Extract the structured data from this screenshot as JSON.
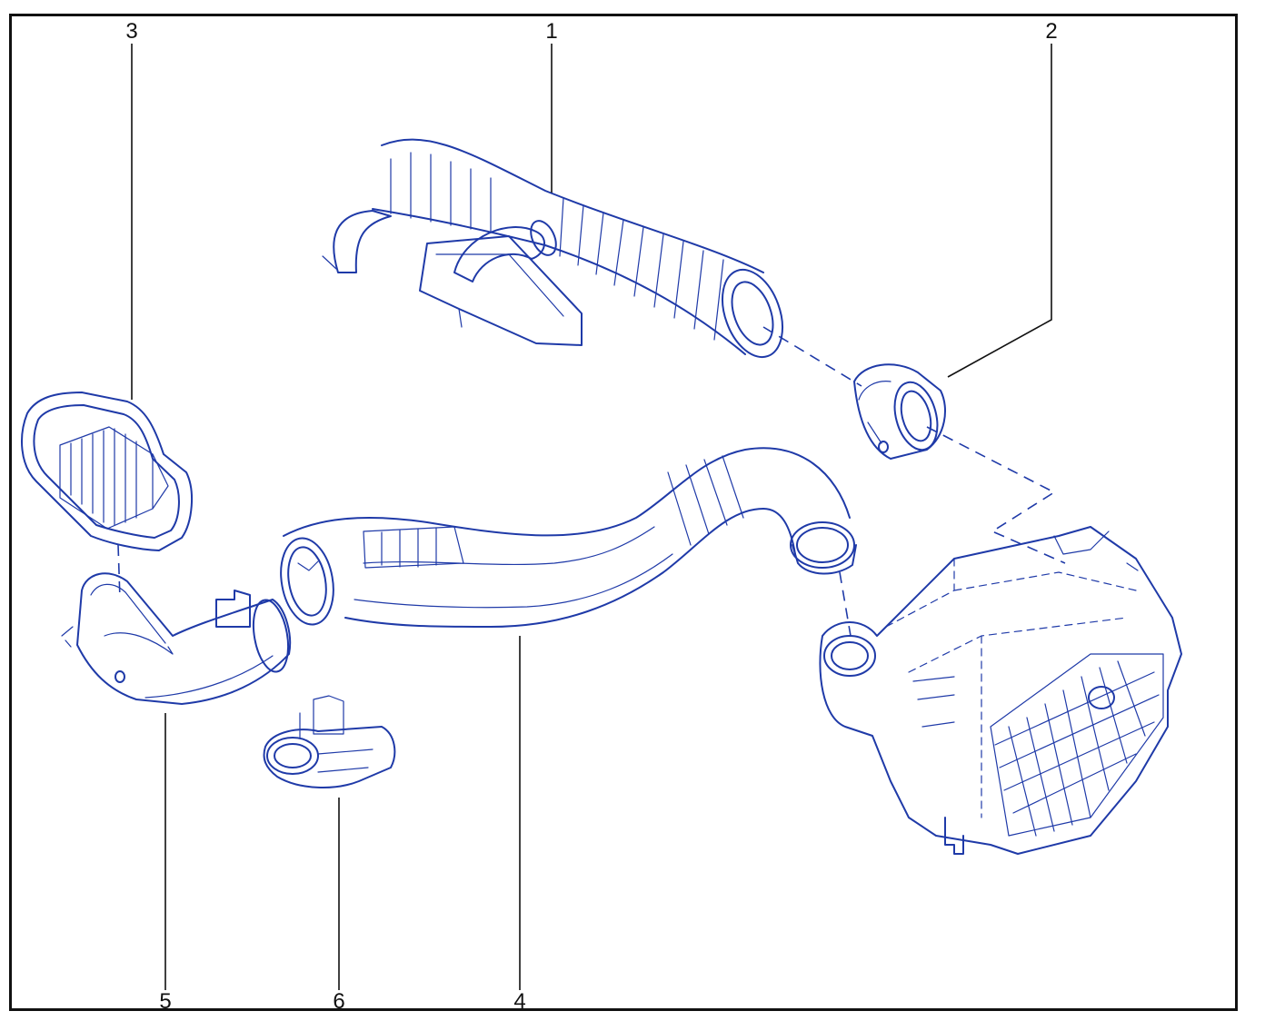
{
  "callouts": [
    {
      "id": "1",
      "label": "1"
    },
    {
      "id": "2",
      "label": "2"
    },
    {
      "id": "3",
      "label": "3"
    },
    {
      "id": "4",
      "label": "4"
    },
    {
      "id": "5",
      "label": "5"
    },
    {
      "id": "6",
      "label": "6"
    }
  ],
  "colors": {
    "line_art": "#1f3aa8",
    "leader": "#111111",
    "frame": "#111111",
    "background": "#ffffff"
  }
}
